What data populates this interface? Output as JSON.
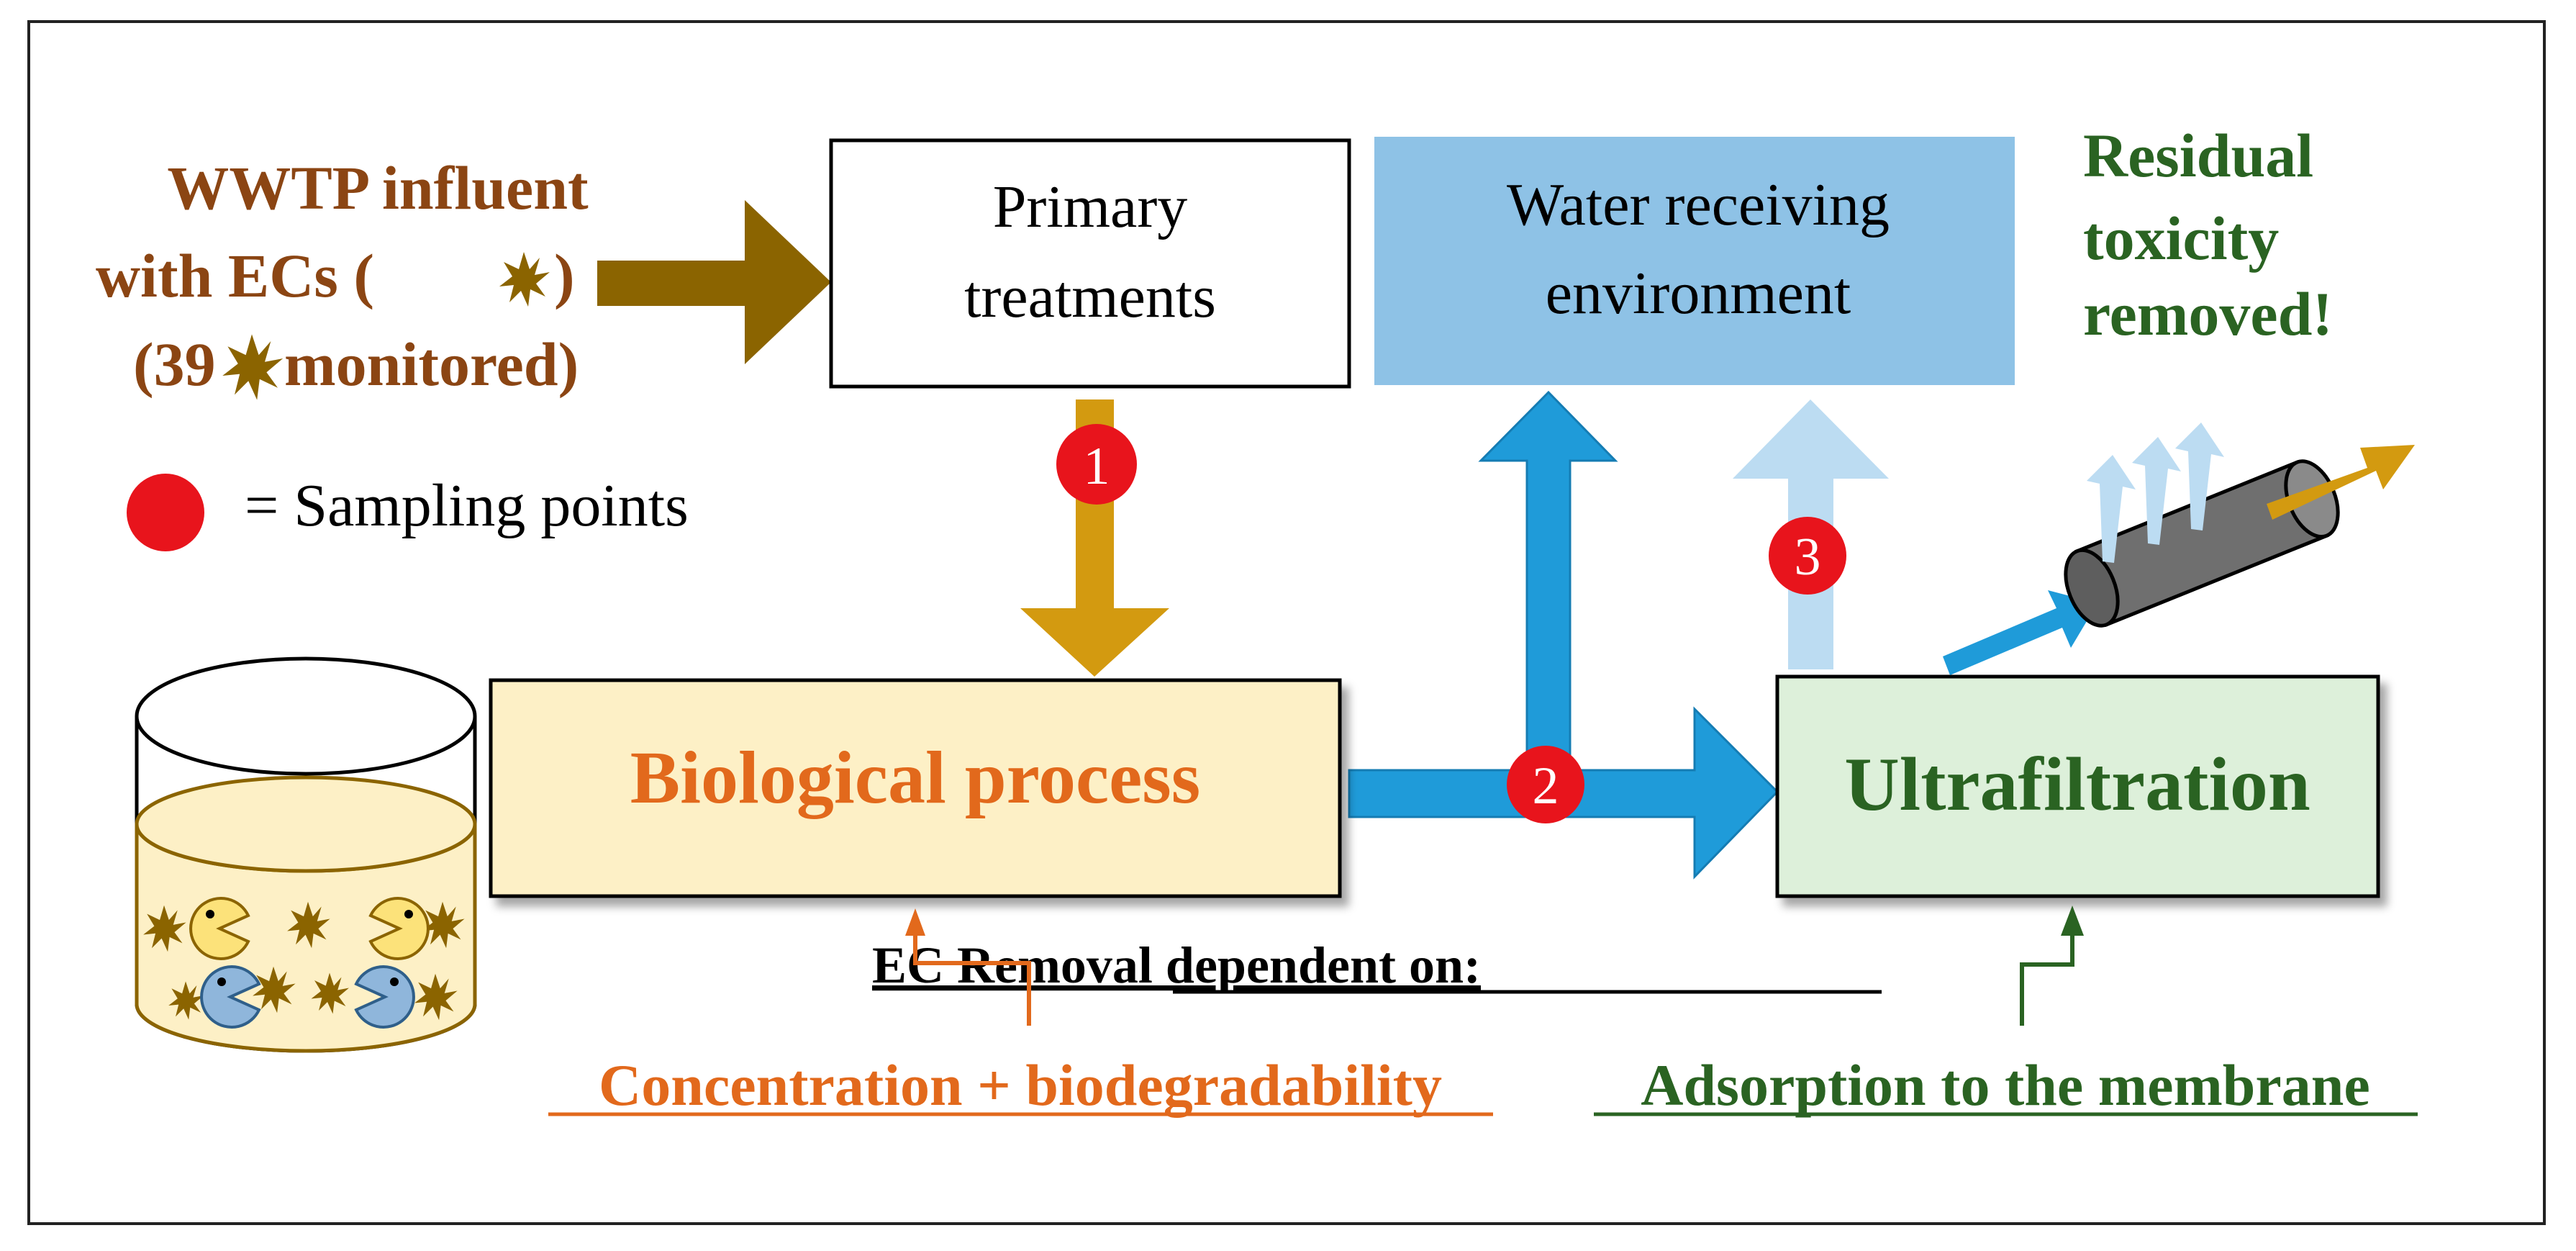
{
  "influent": {
    "line1": "WWTP  influent",
    "line2_pre": "with  ECs  (",
    "line2_post": ")",
    "line3_pre": "(39",
    "line3_post": " monitored)",
    "ec_icon": "spiky-star-icon"
  },
  "legend": {
    "sampling_label": "= Sampling  points",
    "marker_icon": "red-dot-icon"
  },
  "boxes": {
    "primary_line1": "Primary",
    "primary_line2": "treatments",
    "water_line1": "Water  receiving",
    "water_line2": "environment",
    "biological": "Biological process",
    "ultrafiltration": "Ultrafiltration"
  },
  "residual": {
    "line1": "Residual",
    "line2": "toxicity",
    "line3": "removed!"
  },
  "sampling_points": [
    "1",
    "2",
    "3"
  ],
  "removal": {
    "heading": "EC  Removal   dependent   on:",
    "bio_factor": "Concentration + biodegradability",
    "uf_factor": "Adsorption to the membrane"
  },
  "colors": {
    "influent_text": "#8b4513",
    "brown_arrow": "#8b6400",
    "gold_arrow": "#d39a10",
    "blue_arrow": "#1f9bd9",
    "light_blue_arrow": "#bcdcf2",
    "water_box": "#8ec2e6",
    "bio_box": "#fdf0c6",
    "bio_text": "#e2691c",
    "uf_box": "#ddf0da",
    "uf_text": "#2a6322",
    "sampling_red": "#e8141c"
  }
}
